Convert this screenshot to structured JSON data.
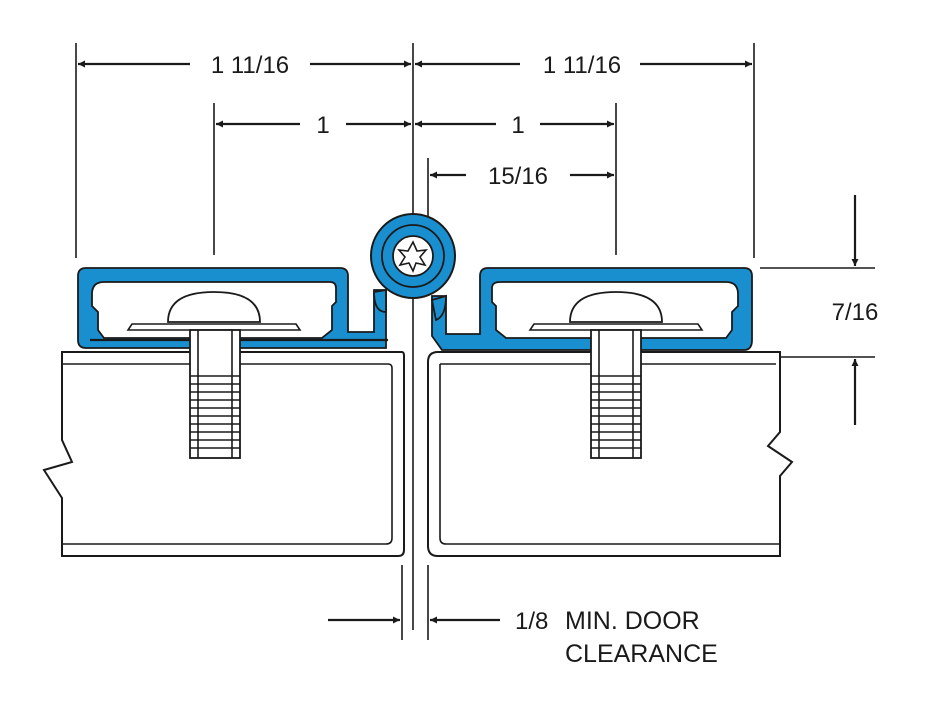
{
  "diagram": {
    "colors": {
      "hinge": "#1a8fd0",
      "line": "#1a1a1a",
      "background": "#ffffff"
    },
    "dimensions": {
      "left_overall": "1 11/16",
      "right_overall": "1 11/16",
      "left_screw_offset": "1",
      "right_screw_offset": "1",
      "pin_to_screw": "15/16",
      "leaf_height": "7/16",
      "clearance": "1/8"
    },
    "notes": {
      "clearance_line1": "MIN. DOOR",
      "clearance_line2": "CLEARANCE"
    }
  }
}
